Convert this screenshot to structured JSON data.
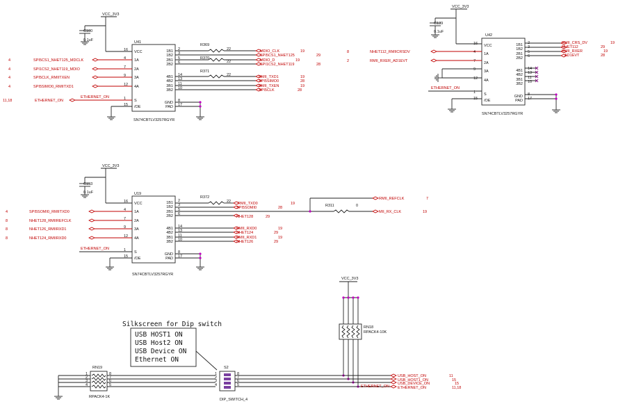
{
  "power": "VCC_3V3",
  "ic_type": "SN74CBTLV3257RGYR",
  "u41": {
    "ref": "U41",
    "cap": "C100",
    "cap_val": "0.1uF",
    "left_pins": [
      {
        "num": "16",
        "name": "VCC"
      },
      {
        "num": "4",
        "name": "1A"
      },
      {
        "num": "7",
        "name": "2A"
      },
      {
        "num": "9",
        "name": "3A"
      },
      {
        "num": "12",
        "name": "4A"
      },
      {
        "num": "1",
        "name": "S"
      },
      {
        "num": "15",
        "name": "/OE"
      }
    ],
    "right_pins": [
      {
        "num": "2",
        "name": "1B1"
      },
      {
        "num": "3",
        "name": "1B2"
      },
      {
        "num": "5",
        "name": "2B1"
      },
      {
        "num": "6",
        "name": "2B2"
      },
      {
        "num": "14",
        "name": "4B1"
      },
      {
        "num": "13",
        "name": "4B2"
      },
      {
        "num": "11",
        "name": "3B1"
      },
      {
        "num": "10",
        "name": "3B2"
      },
      {
        "num": "8",
        "name": "GND"
      },
      {
        "num": "17",
        "name": "PAD"
      }
    ],
    "left_nets": [
      {
        "sheet": "4",
        "net": "SPI5CS1_NHET125_MDCLK"
      },
      {
        "sheet": "4",
        "net": "SPI1CS2_NHET119_MDIO"
      },
      {
        "sheet": "4",
        "net": "SPI5CLK_RMIITXEN"
      },
      {
        "sheet": "4",
        "net": "SPI5SIMO0_RMIITXD1"
      },
      {
        "sheet": "11,18",
        "net": "ETHERNET_ON"
      }
    ],
    "s_net": "ETHERNET_ON",
    "resistors": [
      {
        "ref": "R369",
        "val": "22"
      },
      {
        "ref": "R370",
        "val": "22"
      },
      {
        "ref": "R371",
        "val": "22"
      }
    ],
    "right_nets": [
      {
        "net": "MDIO_CLK",
        "sheet": "19"
      },
      {
        "net": "SPI5CS1_NHET125",
        "sheet": "29"
      },
      {
        "net": "MDIO_D",
        "sheet": "19"
      },
      {
        "net": "SPI1CS2_NHET119",
        "sheet": "28"
      },
      {
        "net": "RMII_TXD1",
        "sheet": "19"
      },
      {
        "net": "SPI5SIMO0",
        "sheet": "28"
      },
      {
        "net": "RMII_TXEN",
        "sheet": "19"
      },
      {
        "net": "SPI5CLK",
        "sheet": "28"
      }
    ]
  },
  "u42": {
    "ref": "U42",
    "cap": "C139",
    "cap_val": "0.1uF",
    "left_pins": [
      {
        "num": "16",
        "name": "VCC"
      },
      {
        "num": "4",
        "name": "1A"
      },
      {
        "num": "7",
        "name": "2A"
      },
      {
        "num": "9",
        "name": "3A"
      },
      {
        "num": "12",
        "name": "4A"
      },
      {
        "num": "1",
        "name": "S"
      },
      {
        "num": "15",
        "name": "/OE"
      }
    ],
    "right_pins": [
      {
        "num": "2",
        "name": "1B1"
      },
      {
        "num": "3",
        "name": "1B2"
      },
      {
        "num": "5",
        "name": "2B1"
      },
      {
        "num": "6",
        "name": "2B2"
      },
      {
        "num": "14",
        "name": "4B1"
      },
      {
        "num": "13",
        "name": "4B2"
      },
      {
        "num": "11",
        "name": "3B1"
      },
      {
        "num": "10",
        "name": "3B2"
      },
      {
        "num": "8",
        "name": "GND"
      },
      {
        "num": "17",
        "name": "PAD"
      }
    ],
    "left_nets": [
      {
        "sheet": "8",
        "net": "NHET112_RMIICRSDV"
      },
      {
        "sheet": "2",
        "net": "RMII_RXER_AD1EVT"
      }
    ],
    "s_net": "ETHERNET_ON",
    "right_nets": [
      {
        "net": "RMII_CRS_DV",
        "sheet": "19"
      },
      {
        "net": "NHET112",
        "sheet": "29"
      },
      {
        "net": "RMII_RXER",
        "sheet": "19"
      },
      {
        "net": "AD1EVT",
        "sheet": "28"
      }
    ]
  },
  "u19": {
    "ref": "U19",
    "cap": "C153",
    "cap_val": "0.1uF",
    "left_pins": [
      {
        "num": "16",
        "name": "VCC"
      },
      {
        "num": "4",
        "name": "1A"
      },
      {
        "num": "7",
        "name": "2A"
      },
      {
        "num": "9",
        "name": "3A"
      },
      {
        "num": "12",
        "name": "4A"
      },
      {
        "num": "1",
        "name": "S"
      },
      {
        "num": "15",
        "name": "/OE"
      }
    ],
    "right_pins": [
      {
        "num": "2",
        "name": "1B1"
      },
      {
        "num": "3",
        "name": "1B2"
      },
      {
        "num": "5",
        "name": "2B1"
      },
      {
        "num": "6",
        "name": "2B2"
      },
      {
        "num": "14",
        "name": "4B1"
      },
      {
        "num": "13",
        "name": "4B2"
      },
      {
        "num": "11",
        "name": "3B1"
      },
      {
        "num": "10",
        "name": "3B2"
      },
      {
        "num": "8",
        "name": "GND"
      },
      {
        "num": "17",
        "name": "PAD"
      }
    ],
    "left_nets": [
      {
        "sheet": "4",
        "net": "SPI5SOMI0_RMIITXD0"
      },
      {
        "sheet": "8",
        "net": "NHET128_RMIIREFCLK"
      },
      {
        "sheet": "8",
        "net": "NHET126_RMIIRXD1"
      },
      {
        "sheet": "8",
        "net": "NHET124_RMIIRXD0"
      }
    ],
    "s_net": "ETHERNET_ON",
    "resistor": {
      "ref": "R372",
      "val": "22"
    },
    "r311": {
      "ref": "R311",
      "val": "0"
    },
    "right_nets": [
      {
        "net": "RMII_TXD0",
        "sheet": "19"
      },
      {
        "net": "SPI5SOMI0",
        "sheet": "28"
      },
      {
        "net": "NHET128",
        "sheet": "29"
      },
      {
        "net": "RMII_RXD0",
        "sheet": "19"
      },
      {
        "net": "NHET124",
        "sheet": "29"
      },
      {
        "net": "RMII_RXD1",
        "sheet": "19"
      },
      {
        "net": "NHET126",
        "sheet": "29"
      }
    ],
    "far_nets": [
      {
        "net": "RMII_REFCLK",
        "sheet": "7"
      },
      {
        "net": "MII_RX_CLK",
        "sheet": "19"
      }
    ]
  },
  "silkscreen": {
    "title": "Silkscreen for Dip switch",
    "lines": [
      "USB HOST1 ON",
      "USB Host2 ON",
      "USB Device ON",
      "Ethernet ON"
    ]
  },
  "rn19": {
    "ref": "RN19",
    "val": "RPACK4-1K",
    "left_pins": [
      "1",
      "2",
      "3",
      "4"
    ],
    "right_pins": [
      "8",
      "7",
      "6",
      "5"
    ]
  },
  "rn18": {
    "ref": "RN18",
    "val": "RPACK4-10K",
    "top_pins": [
      "8",
      "7",
      "6",
      "5"
    ],
    "bottom_pins": [
      "1",
      "2",
      "3",
      "4"
    ]
  },
  "s2": {
    "ref": "S2",
    "val": "DIP_SWITCH_4",
    "left_pins": [
      "1",
      "2",
      "3",
      "4"
    ],
    "right_pins": [
      "8",
      "7",
      "6",
      "5"
    ]
  },
  "dip_nets": [
    {
      "net": "USB_HOST_ON",
      "sheet": "11"
    },
    {
      "net": "USB_HOST1_ON",
      "sheet": "15"
    },
    {
      "net": "USB_DEVICE_ON",
      "sheet": "15"
    },
    {
      "net": "ETHERNET_ON",
      "sheet": "11,18"
    }
  ],
  "dip_mid_net": "ETHERNET_ON"
}
